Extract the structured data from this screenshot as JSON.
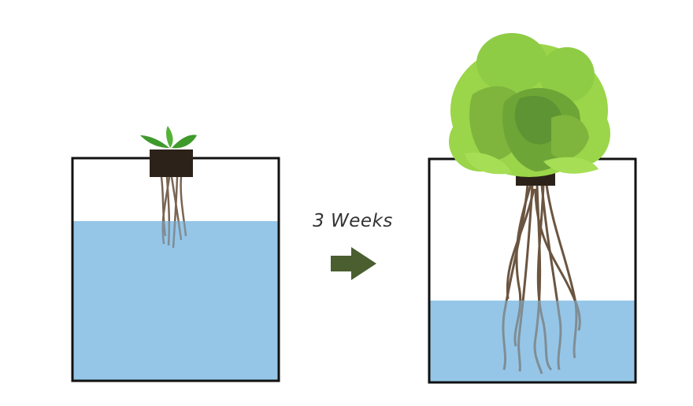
{
  "caption": "3 Weeks",
  "colors": {
    "water": "#95c6e8",
    "tank_outline": "#111111",
    "arrow": "#4a5e30",
    "root": "#6b5540",
    "cube": "#2c2219",
    "leaf_light": "#9bd54a",
    "leaf_mid": "#7fb43d",
    "leaf_dark": "#5e9433",
    "seedling": "#3f9a2c"
  },
  "stages": [
    {
      "name": "seedling"
    },
    {
      "name": "grown-lettuce"
    }
  ]
}
